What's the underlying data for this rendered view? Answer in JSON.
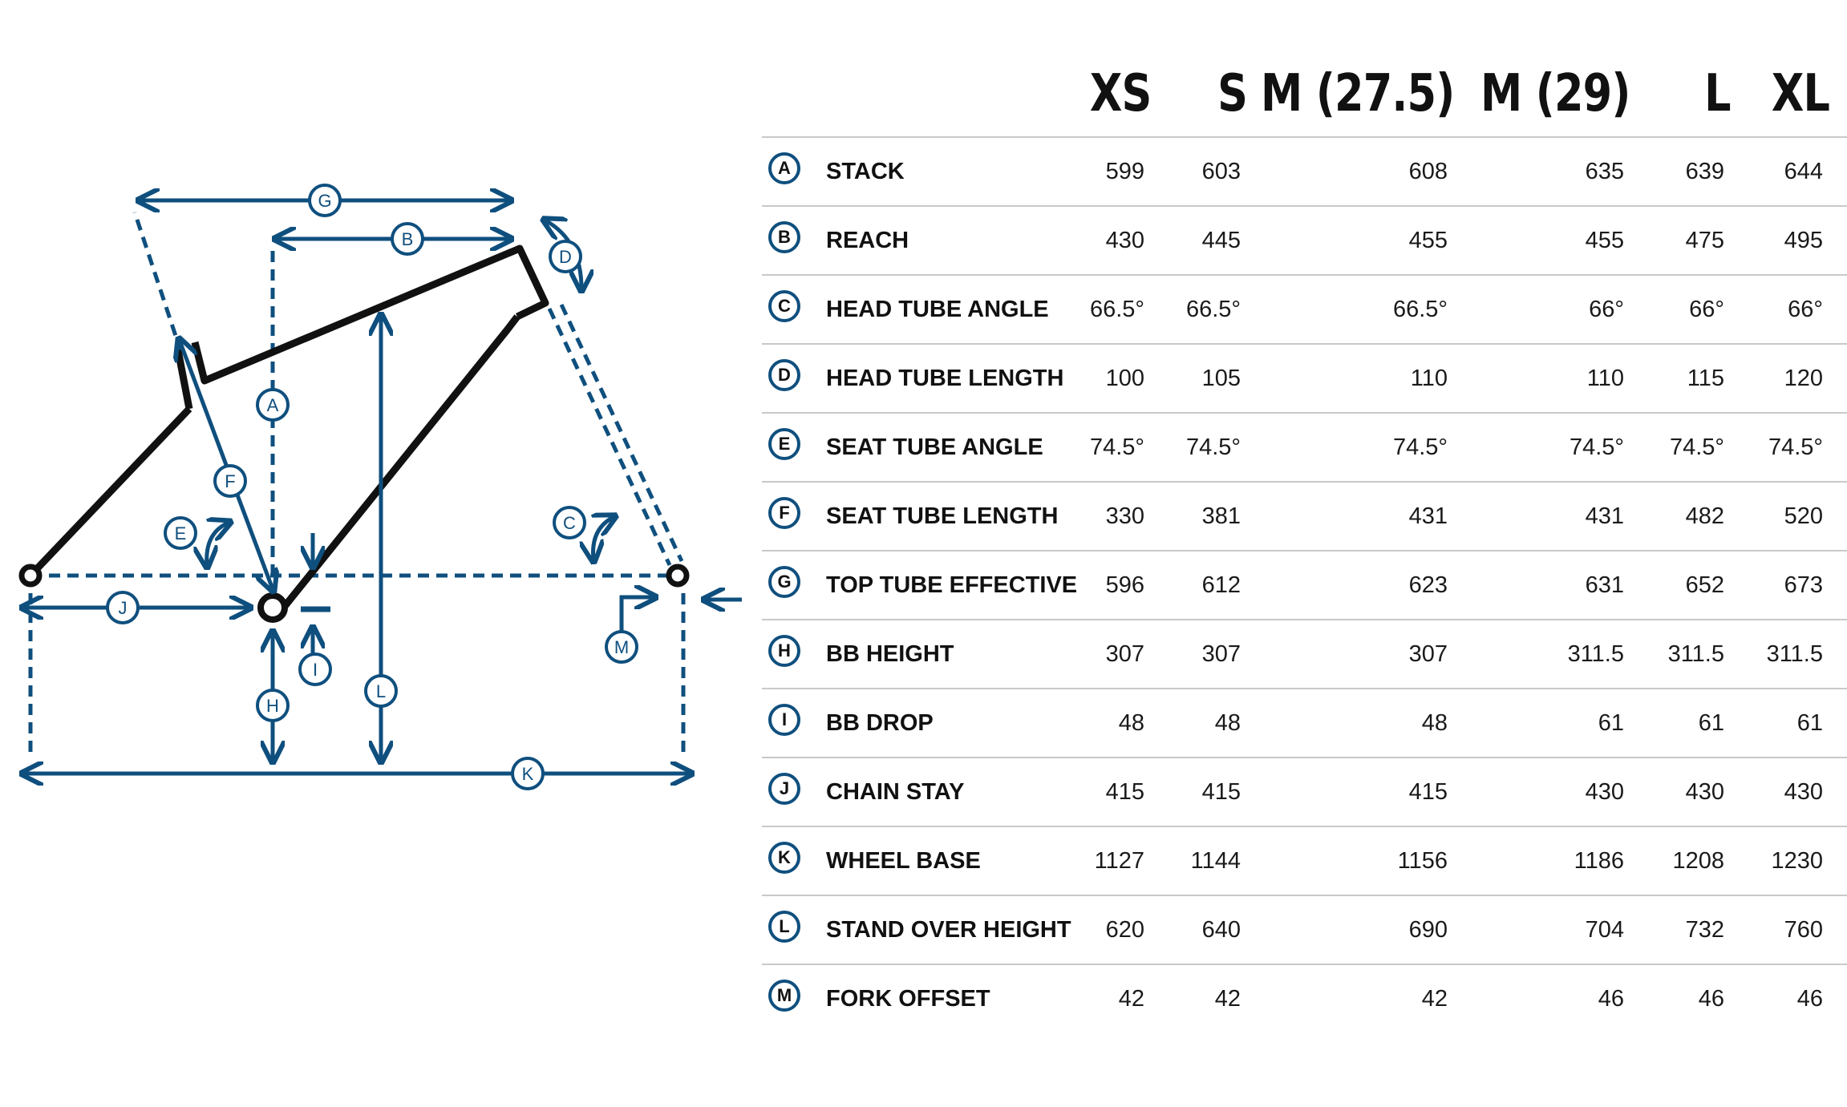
{
  "sizes": [
    "XS",
    "S",
    "M (27.5)",
    "M (29)",
    "L",
    "XL"
  ],
  "rows": [
    {
      "letter": "A",
      "label": "STACK",
      "values": [
        "599",
        "603",
        "608",
        "635",
        "639",
        "644"
      ]
    },
    {
      "letter": "B",
      "label": "REACH",
      "values": [
        "430",
        "445",
        "455",
        "455",
        "475",
        "495"
      ]
    },
    {
      "letter": "C",
      "label": "HEAD TUBE ANGLE",
      "values": [
        "66.5°",
        "66.5°",
        "66.5°",
        "66°",
        "66°",
        "66°"
      ]
    },
    {
      "letter": "D",
      "label": "HEAD TUBE LENGTH",
      "values": [
        "100",
        "105",
        "110",
        "110",
        "115",
        "120"
      ]
    },
    {
      "letter": "E",
      "label": "SEAT TUBE ANGLE",
      "values": [
        "74.5°",
        "74.5°",
        "74.5°",
        "74.5°",
        "74.5°",
        "74.5°"
      ]
    },
    {
      "letter": "F",
      "label": "SEAT TUBE LENGTH",
      "values": [
        "330",
        "381",
        "431",
        "431",
        "482",
        "520"
      ]
    },
    {
      "letter": "G",
      "label": "TOP TUBE EFFECTIVE",
      "values": [
        "596",
        "612",
        "623",
        "631",
        "652",
        "673"
      ]
    },
    {
      "letter": "H",
      "label": "BB HEIGHT",
      "values": [
        "307",
        "307",
        "307",
        "311.5",
        "311.5",
        "311.5"
      ]
    },
    {
      "letter": "I",
      "label": "BB DROP",
      "values": [
        "48",
        "48",
        "48",
        "61",
        "61",
        "61"
      ]
    },
    {
      "letter": "J",
      "label": "CHAIN STAY",
      "values": [
        "415",
        "415",
        "415",
        "430",
        "430",
        "430"
      ]
    },
    {
      "letter": "K",
      "label": "WHEEL BASE",
      "values": [
        "1127",
        "1144",
        "1156",
        "1186",
        "1208",
        "1230"
      ]
    },
    {
      "letter": "L",
      "label": "STAND OVER HEIGHT",
      "values": [
        "620",
        "640",
        "690",
        "704",
        "732",
        "760"
      ]
    },
    {
      "letter": "M",
      "label": "FORK OFFSET",
      "values": [
        "42",
        "42",
        "42",
        "46",
        "46",
        "46"
      ]
    }
  ],
  "diagram": {
    "labels": {
      "A": "A",
      "B": "B",
      "C": "C",
      "D": "D",
      "E": "E",
      "F": "F",
      "G": "G",
      "H": "H",
      "I": "I",
      "J": "J",
      "K": "K",
      "L": "L",
      "M": "M"
    },
    "colors": {
      "frame": "#111111",
      "dimension": "#0f4f7e"
    }
  }
}
